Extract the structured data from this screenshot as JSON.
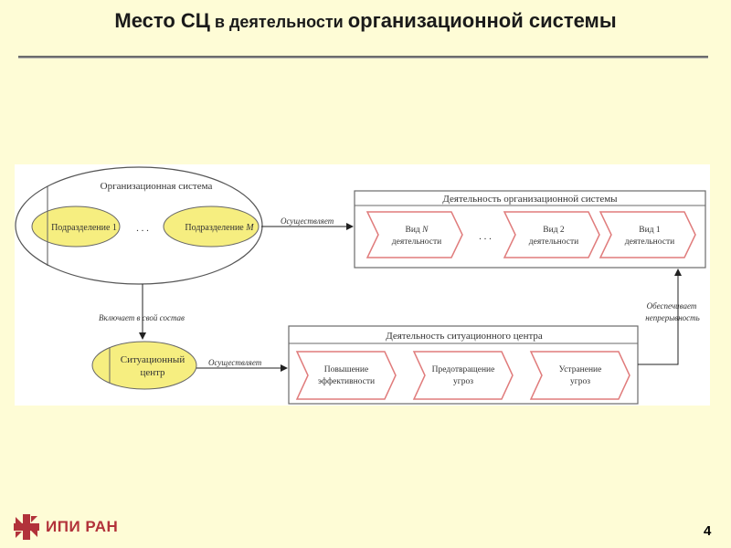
{
  "slide": {
    "title_part1": "Место СЦ",
    "title_part2": " в деятельности ",
    "title_part3": "организационной системы",
    "page_number": "4"
  },
  "logo": {
    "text": "ИПИ РАН",
    "mark_icon": "ipi-ran-logo-mark"
  },
  "diagram": {
    "org_system": {
      "title": "Организационная система",
      "subdivision_1": "Подразделение 1",
      "ellipsis": ". . .",
      "subdivision_m_prefix": "Подразделение ",
      "subdivision_m_var": "M"
    },
    "org_activity": {
      "title": "Деятельность организационной системы",
      "items": [
        {
          "line1_prefix": "Вид ",
          "line1_var": "N",
          "line2": "деятельности"
        },
        {
          "line1_prefix": "Вид 2",
          "line1_var": "",
          "line2": "деятельности"
        },
        {
          "line1_prefix": "Вид 1",
          "line1_var": "",
          "line2": "деятельности"
        }
      ],
      "ellipsis": ". . ."
    },
    "sc": {
      "line1": "Ситуационный",
      "line2": "центр"
    },
    "sc_activity": {
      "title": "Деятельность ситуационного центра",
      "items": [
        {
          "line1": "Повышение",
          "line2": "эффективности"
        },
        {
          "line1": "Предотвращение",
          "line2": "угроз"
        },
        {
          "line1": "Устранение",
          "line2": "угроз"
        }
      ]
    },
    "labels": {
      "performs_top": "Осуществляет",
      "includes": "Включает в свой состав",
      "performs_bottom": "Осуществляет",
      "ensures_line1": "Обеспечивает",
      "ensures_line2": "непрерывность"
    },
    "colors": {
      "subdivision_fill": "#f6ee80",
      "sc_fill": "#f6ee80",
      "chevron_stroke": "#e07c7c",
      "box_stroke": "#6a6a6a",
      "logo_red": "#b2323a"
    }
  }
}
